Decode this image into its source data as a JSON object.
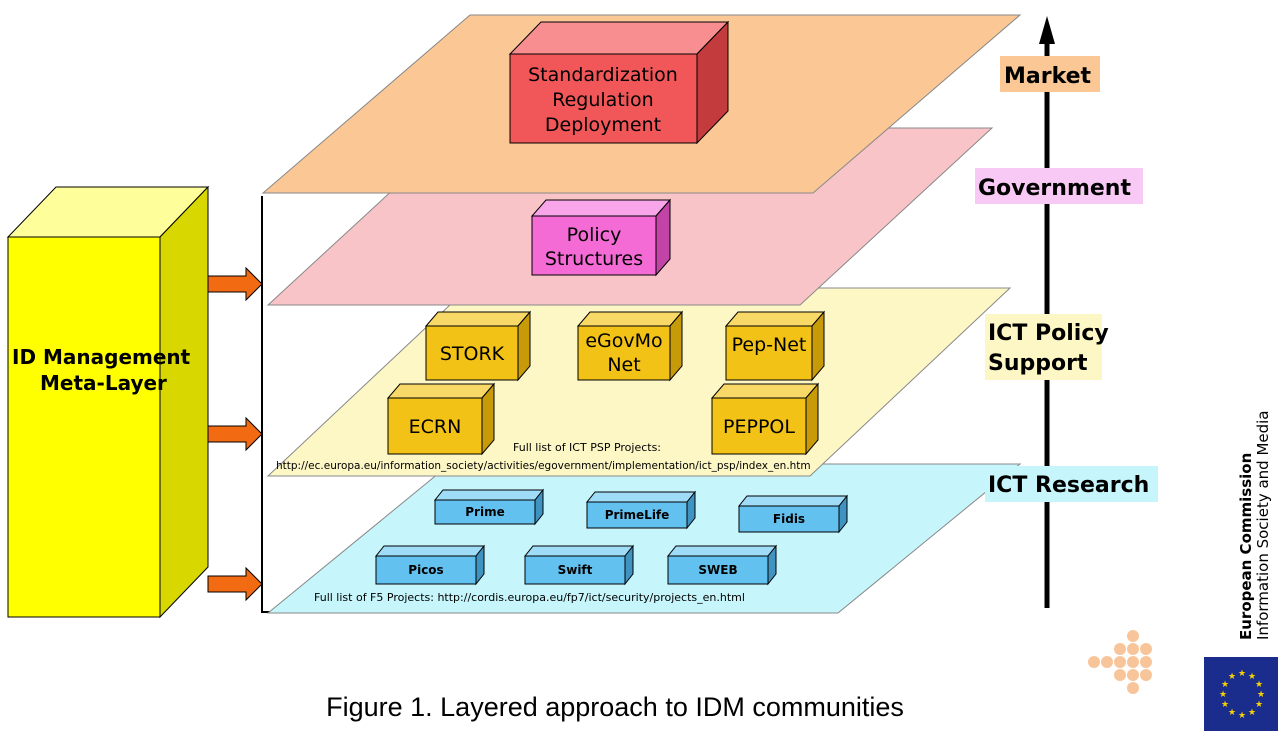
{
  "meta_layer": {
    "label_line1": "ID Management",
    "label_line2": "Meta-Layer"
  },
  "levels": {
    "market": "Market",
    "government": "Government",
    "ict_policy_line1": "ICT Policy",
    "ict_policy_line2": "Support",
    "ict_research": "ICT Research"
  },
  "market_box": {
    "line1": "Standardization",
    "line2": "Regulation",
    "line3": "Deployment"
  },
  "government_box": {
    "line1": "Policy",
    "line2": "Structures"
  },
  "psp_projects": {
    "stork": "STORK",
    "egovmonet_line1": "eGovMo",
    "egovmonet_line2": "Net",
    "pepnet": "Pep-Net",
    "ecrn": "ECRN",
    "peppol": "PEPPOL",
    "list_label": "Full list of ICT PSP Projects:",
    "list_url": "http://ec.europa.eu/information_society/activities/egovernment/implementation/ict_psp/index_en.htm"
  },
  "research_projects": {
    "prime": "Prime",
    "primelife": "PrimeLife",
    "fidis": "Fidis",
    "picos": "Picos",
    "swift": "Swift",
    "sweb": "SWEB",
    "list_text": "Full list of F5 Projects: http://cordis.europa.eu/fp7/ict/security/projects_en.html"
  },
  "caption": "Figure 1. Layered approach to IDM communities",
  "ec_brand": {
    "line1": "European Commission",
    "line2": "Information Society and Media"
  },
  "colors": {
    "market_plane": "#fbc795",
    "government_plane": "#f9c4c8",
    "psp_plane": "#fdf7c6",
    "research_plane": "#c6f6fb",
    "meta_layer": "#ffff00",
    "market_box": "#f15658",
    "policy_box": "#f46bd6",
    "psp_box": "#f2c216",
    "research_box": "#62c1ef",
    "arrow": "#f26a11"
  }
}
